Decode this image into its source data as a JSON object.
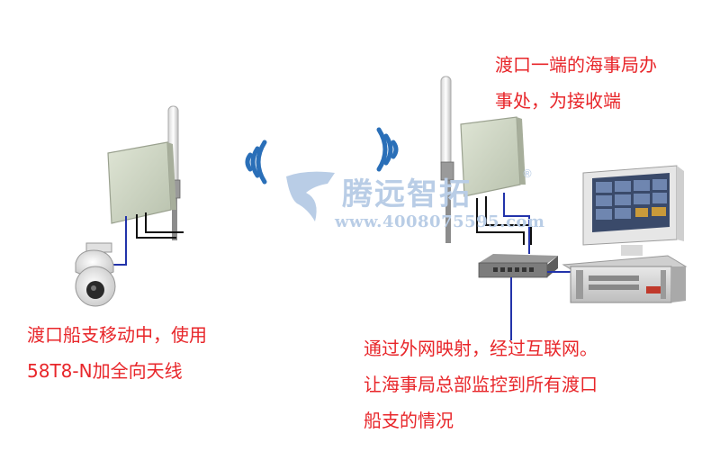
{
  "captions": {
    "receiver": [
      "渡口一端的海事局办",
      "事处，为接收端"
    ],
    "ship": [
      "渡口船支移动中，使用",
      "58T8-N加全向天线"
    ],
    "network": [
      "通过外网映射，经过互联网。",
      "让海事局总部监控到所有渡口",
      "船支的情况"
    ]
  },
  "watermark": {
    "brand": "腾远智拓",
    "registered": "®",
    "url": "www.4008075595.com"
  },
  "colors": {
    "caption": "#e8262a",
    "cable": "#1a1a9a",
    "signal": "#2a6fb8",
    "watermark": "#b9cde6"
  },
  "icons": {
    "signal": "wifi-waves-icon",
    "camera": "dome-camera-icon",
    "switch": "network-switch-icon",
    "computer": "monitor-pc-icon"
  }
}
